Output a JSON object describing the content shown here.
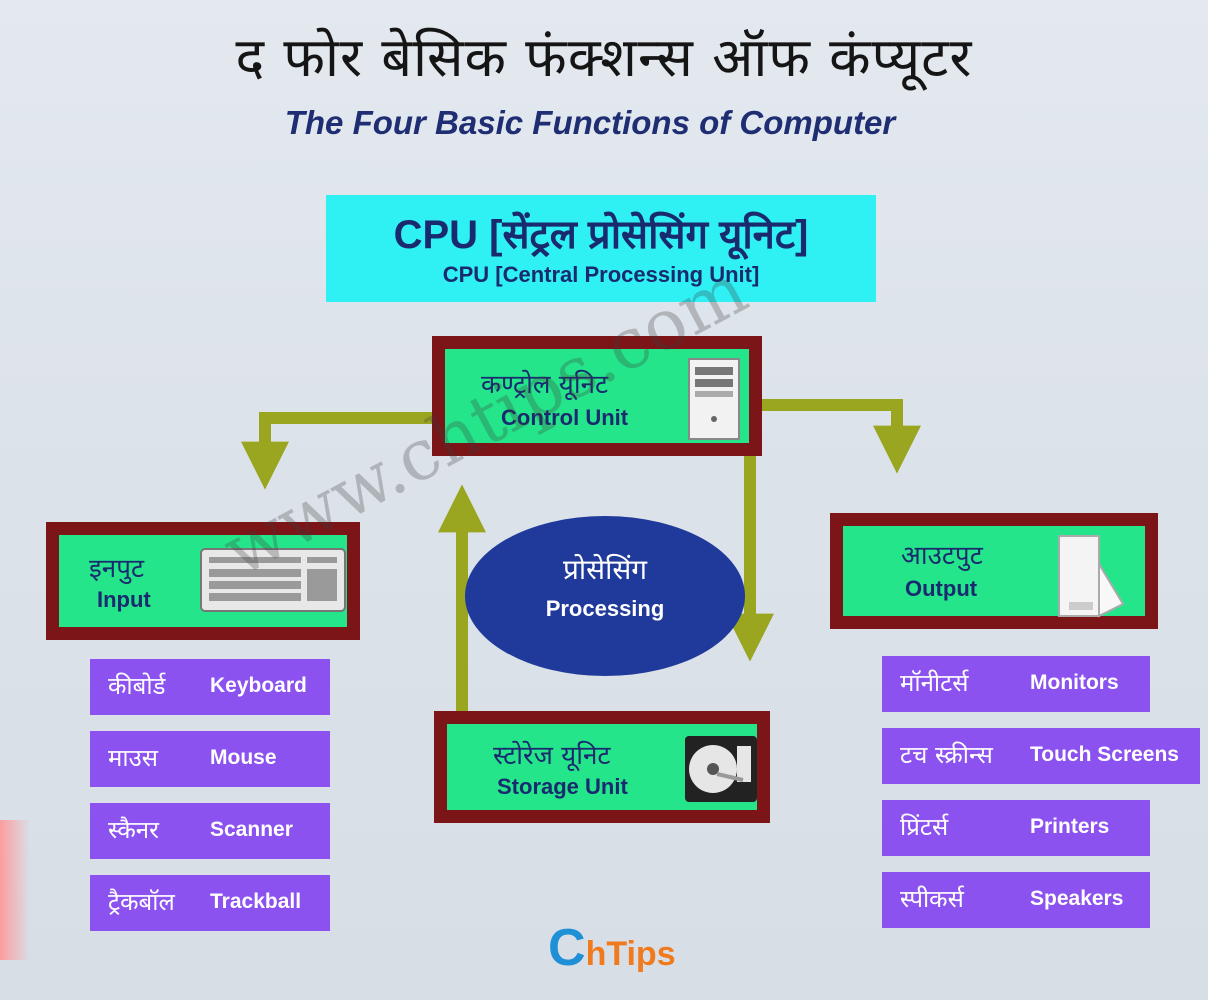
{
  "title_hindi": "द फोर बेसिक फंक्शन्स ऑफ कंप्यूटर",
  "title_english": "The Four Basic Functions of Computer",
  "cpu": {
    "main": "CPU [सेंट्रल प्रोसेसिंग यूनिट]",
    "sub": "CPU [Central Processing Unit]"
  },
  "control_unit": {
    "hindi": "कण्ट्रोल यूनिट",
    "english": "Control Unit",
    "icon": "desktop-tower-icon"
  },
  "input_unit": {
    "hindi": "इनपुट",
    "english": "Input",
    "icon": "keyboard-icon"
  },
  "output_unit": {
    "hindi": "आउटपुट",
    "english": "Output",
    "icon": "monitor-icon"
  },
  "storage_unit": {
    "hindi": "स्टोरेज यूनिट",
    "english": "Storage Unit",
    "icon": "hard-disk-icon"
  },
  "processing": {
    "hindi": "प्रोसेसिंग",
    "english": "Processing"
  },
  "input_devices": [
    {
      "hindi": "कीबोर्ड",
      "english": "Keyboard"
    },
    {
      "hindi": "माउस",
      "english": "Mouse"
    },
    {
      "hindi": "स्कैनर",
      "english": "Scanner"
    },
    {
      "hindi": "ट्रैकबॉल",
      "english": "Trackball"
    }
  ],
  "output_devices": [
    {
      "hindi": "मॉनीटर्स",
      "english": "Monitors"
    },
    {
      "hindi": "टच स्क्रीन्स",
      "english": "Touch Screens"
    },
    {
      "hindi": "प्रिंटर्स",
      "english": "Printers"
    },
    {
      "hindi": "स्पीकर्स",
      "english": "Speakers"
    }
  ],
  "watermark": "www.chtips.com",
  "logo": {
    "first": "C",
    "rest": "hTips"
  },
  "colors": {
    "unit_fill": "#24e58a",
    "unit_border": "#7b1518",
    "pill": "#8c52f0",
    "cpu_box": "#2ff0f3",
    "arrow": "#9aa520",
    "processing": "#1f3a9a",
    "text_navy": "#1a2a6e"
  }
}
